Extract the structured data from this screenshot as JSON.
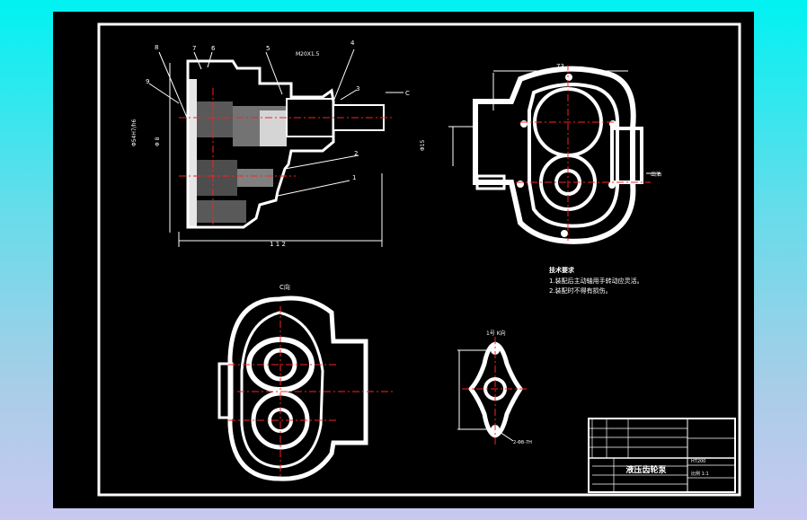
{
  "drawing": {
    "title": "液压齿轮泵",
    "views": {
      "section_dims": {
        "overall_width": "1 1 2",
        "balloons": [
          "8",
          "7",
          "6",
          "5",
          "4",
          "3",
          "2",
          "1",
          "9"
        ],
        "thread_note": "M20X1.5",
        "left_dims": [
          "Φ54H7/h6",
          "Φ 8"
        ],
        "side_tag": "C"
      },
      "top_right": {
        "top_dim": "73",
        "left_note": "Φ15",
        "arrow_label": "出油"
      },
      "bottom_left": {
        "view_label": "C向"
      },
      "bottom_right": {
        "view_label": "1号 K向",
        "note": "2-Φ8-7H"
      }
    },
    "tech_requirements": {
      "heading": "技术要求",
      "lines": [
        "1.装配后主动轴用手转动应灵活。",
        "2.装配时不得有损伤。"
      ]
    },
    "title_block": {
      "title": "液压齿轮泵",
      "scale_label": "比例 1:1",
      "material_label": "HT200"
    }
  },
  "colors": {
    "outer_bg": "#00f2f2",
    "sheet": "#000000",
    "line": "#ffffff",
    "center_line": "#ff2020"
  }
}
